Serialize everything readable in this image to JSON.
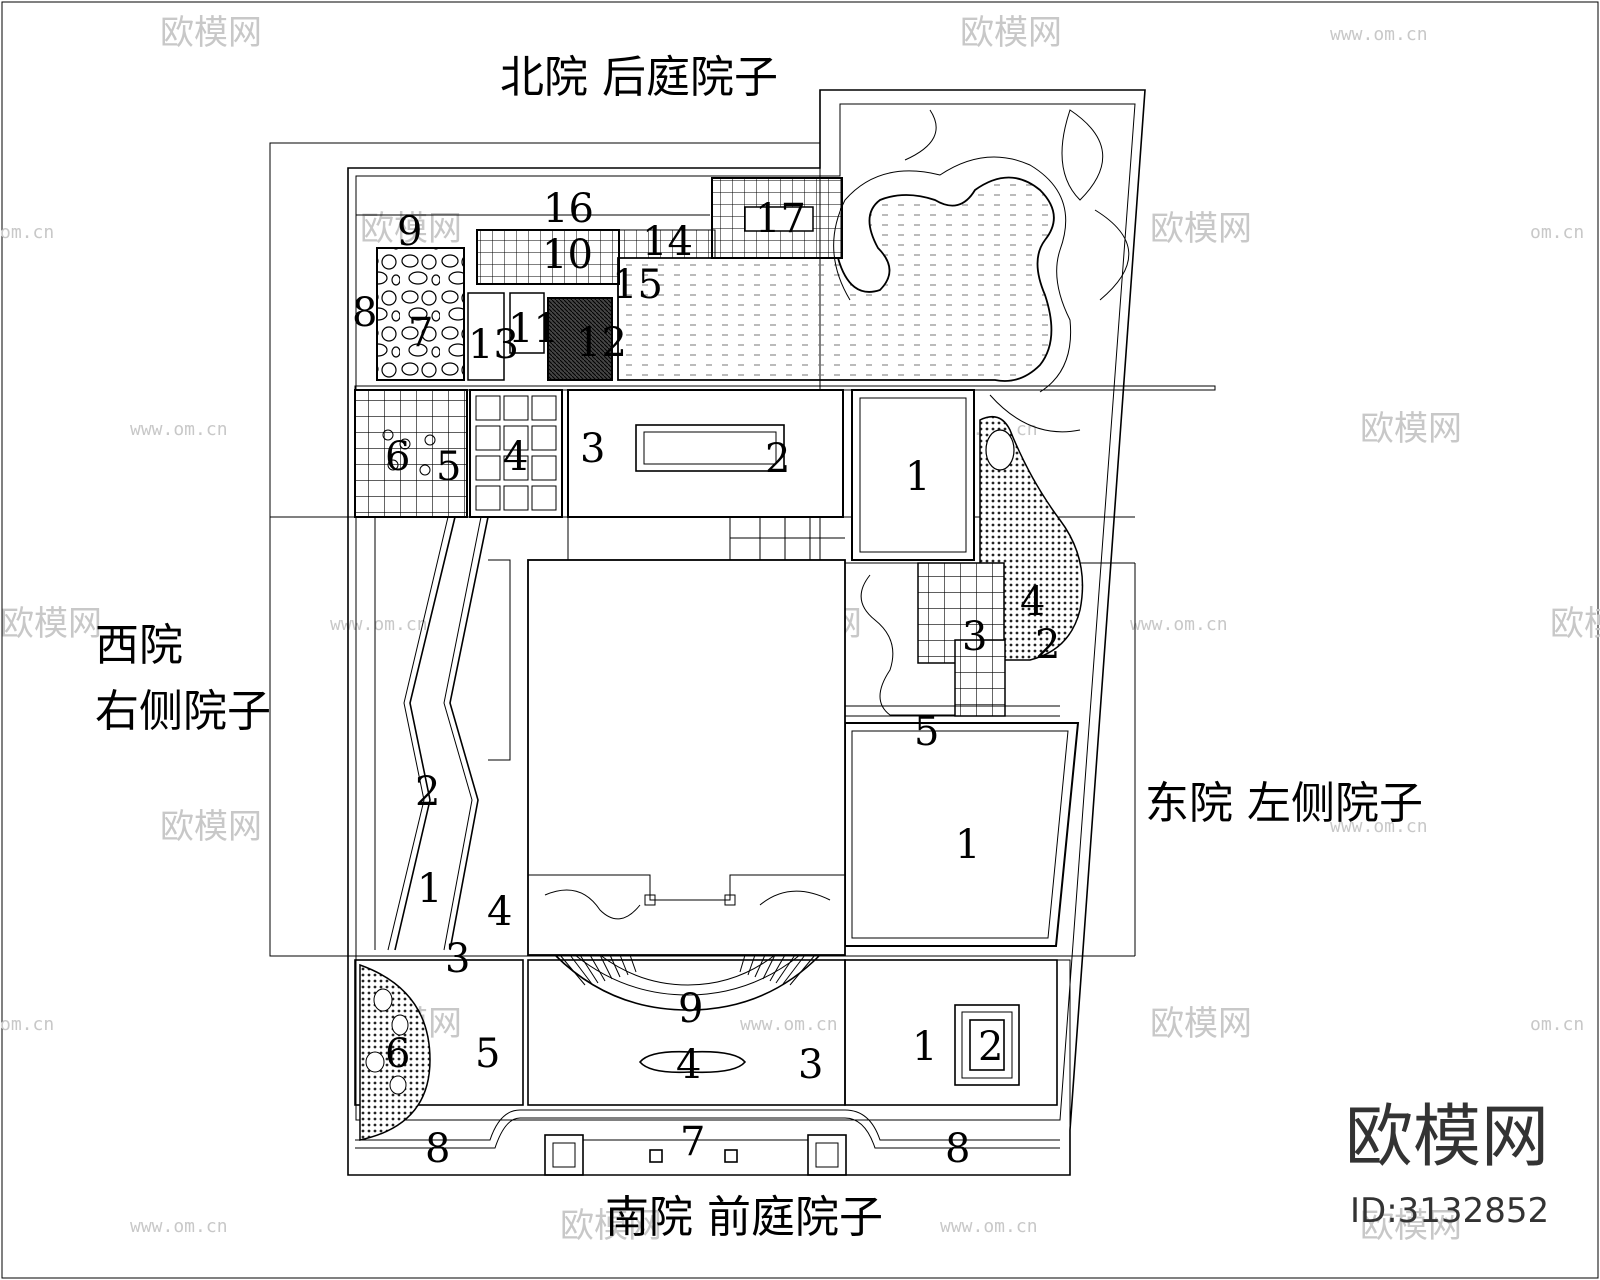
{
  "zones": {
    "north": "北院  后庭院子",
    "west_1": "西院",
    "west_2": "右侧院子",
    "east": "东院  左侧院子",
    "south": "南院  前庭院子"
  },
  "labels": {
    "n16": "16",
    "n9": "9",
    "n10": "10",
    "n14": "14",
    "n17": "17",
    "n15": "15",
    "n8": "8",
    "n7": "7",
    "n13": "13",
    "n11": "11",
    "n12": "12",
    "n6": "6",
    "n5": "5",
    "n4": "4",
    "n3": "3",
    "n2": "2",
    "n1": "1",
    "w2": "2",
    "w1": "1",
    "w3": "3",
    "w4": "4",
    "e4": "4",
    "e3": "3",
    "e2": "2",
    "e5": "5",
    "e1": "1",
    "s6": "6",
    "s5": "5",
    "s9": "9",
    "s4": "4",
    "s3": "3",
    "s1": "1",
    "s2": "2",
    "s8a": "8",
    "s7": "7",
    "s8b": "8"
  },
  "watermark": {
    "text": "欧模网",
    "url": "www.om.cn",
    "url2": "om.cn"
  },
  "brand": {
    "name": "欧模网",
    "id": "ID:3132852"
  }
}
